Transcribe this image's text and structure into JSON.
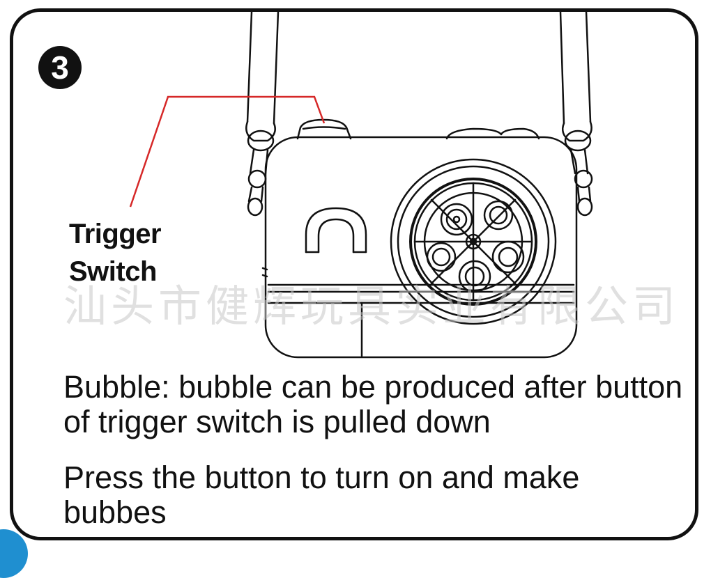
{
  "step": {
    "number": "3"
  },
  "callout": {
    "line1": "Trigger",
    "line2": "Switch",
    "color": "#d62828"
  },
  "watermark": "汕头市健辉玩具实业有限公司",
  "instructions": {
    "paragraph1": "Bubble: bubble can be produced after button of trigger switch is pulled down",
    "paragraph2": "Press the button to turn on and make bubbes"
  },
  "colors": {
    "border": "#111111",
    "accent": "#1f8fd0"
  }
}
